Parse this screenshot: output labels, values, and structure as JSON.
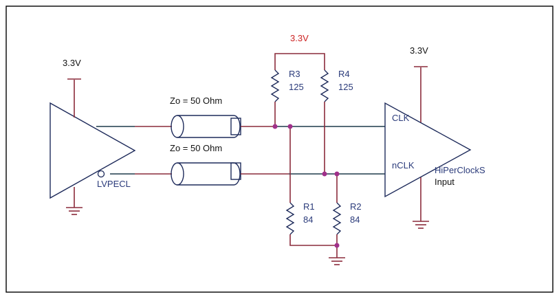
{
  "diagram": {
    "colors": {
      "border": "#000000",
      "wire_navy": "#1d3a4a",
      "wire_maroon": "#8a2a3a",
      "junction": "#a0308a",
      "label_navy": "#2a3a7a",
      "label_red": "#cc2222"
    },
    "driver": {
      "supply_label": "3.3V",
      "name": "LVPECL"
    },
    "tlines": {
      "top_label": "Zo = 50 Ohm",
      "bottom_label": "Zo = 50 Ohm"
    },
    "pullup": {
      "supply_label": "3.3V",
      "r3": {
        "ref": "R3",
        "value": "125"
      },
      "r4": {
        "ref": "R4",
        "value": "125"
      }
    },
    "pulldown": {
      "r1": {
        "ref": "R1",
        "value": "84"
      },
      "r2": {
        "ref": "R2",
        "value": "84"
      }
    },
    "receiver": {
      "supply_label": "3.3V",
      "pin_pos": "CLK",
      "pin_neg": "nCLK",
      "name": "HiPerClockS",
      "sub": "Input"
    }
  }
}
